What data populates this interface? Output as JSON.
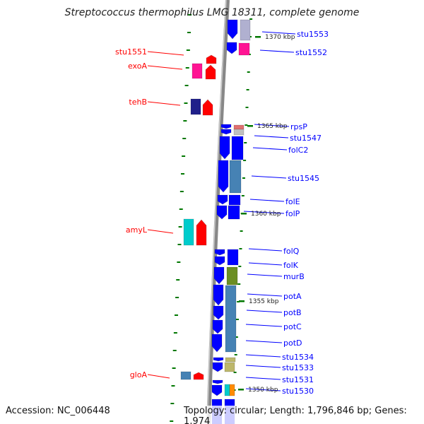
{
  "title": "Streptococcus thermophilus LMG 18311, complete genome",
  "accession": "Accession: NC_006448",
  "topology": "Topology: circular; Length: 1,796,846 bp; Genes: 1,974",
  "colors": {
    "backbone": "#888888",
    "reverse_gene": "#0000ff",
    "forward_gene": "#ff0000",
    "right_label": "#0000ff",
    "left_label": "#ff0000",
    "tick": "#007700"
  },
  "right_labels": [
    "stu1553",
    "stu1552",
    "rpsP",
    "stu1547",
    "folC2",
    "stu1545",
    "folE",
    "folP",
    "folQ",
    "folK",
    "murB",
    "potA",
    "potB",
    "potC",
    "potD",
    "stu1534",
    "stu1533",
    "stu1531",
    "stu1530"
  ],
  "left_labels": [
    "stu1551",
    "exoA",
    "tehB",
    "amyL",
    "gloA"
  ],
  "ticks": [
    "1370 kbp",
    "1365 kbp",
    "1360 kbp",
    "1355 kbp",
    "1350 kbp"
  ]
}
